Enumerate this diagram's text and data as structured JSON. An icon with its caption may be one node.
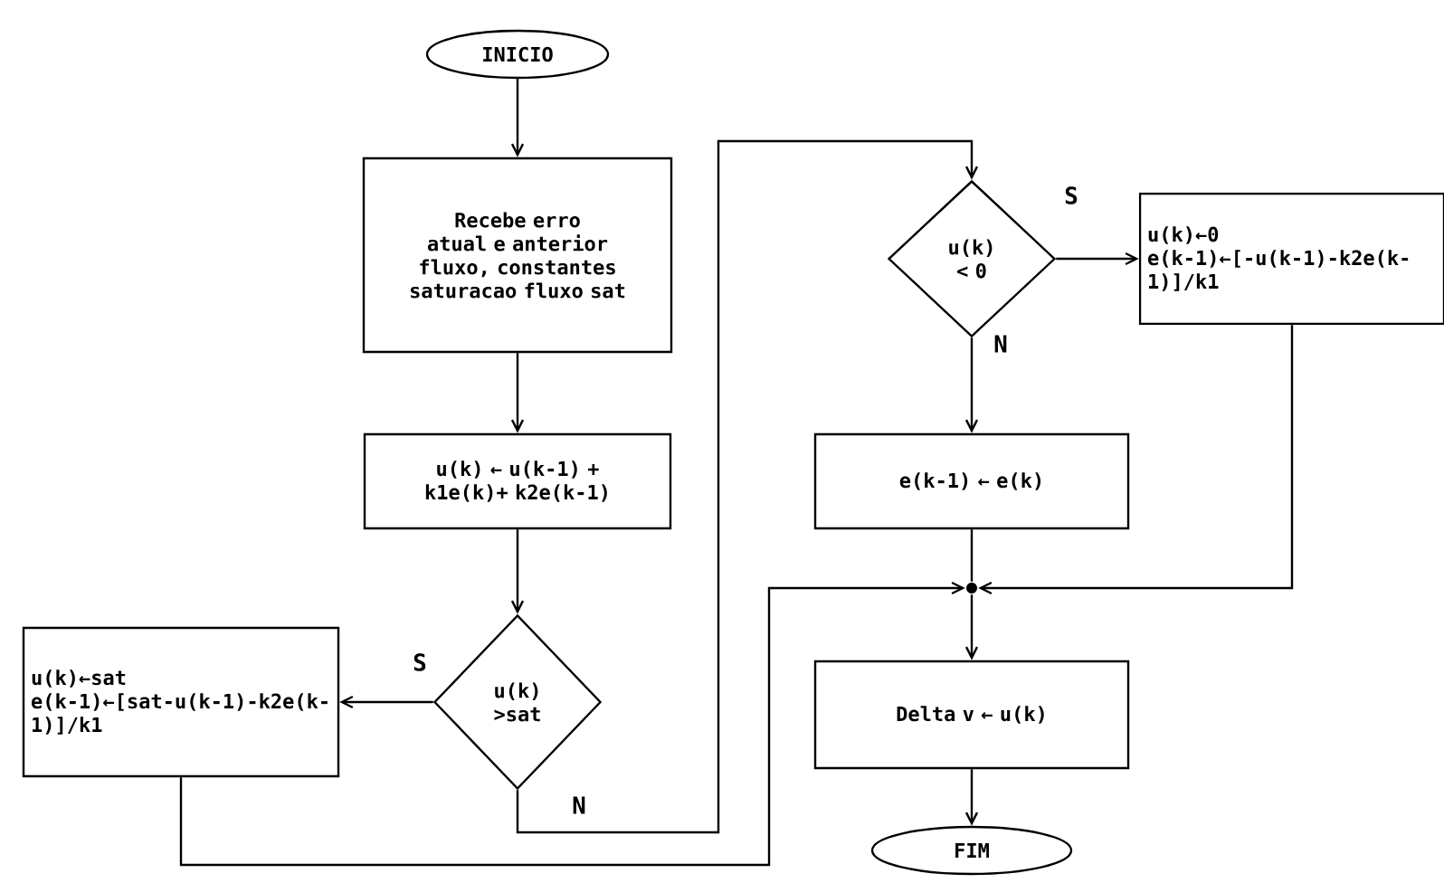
{
  "diagram": {
    "nodes": [
      {
        "text": [
          "INICIO"
        ]
      },
      {
        "text": [
          "Recebe erro atual e anterior fluxo, constantes saturacao fluxo sat"
        ]
      },
      {
        "text": [
          "u(k) ← u(k-1) + k1e(k)+ k2e(k-1)"
        ]
      },
      {
        "text": [
          "u(k) >sat"
        ]
      },
      {
        "text": [
          "u(k)←sat",
          "e(k-1)←[sat-u(k-1)-k2e(k-1)]/k1"
        ]
      },
      {
        "text": [
          "u(k) < 0"
        ]
      },
      {
        "text": [
          "u(k)←0",
          "e(k-1)←[-u(k-1)-k2e(k-1)]/k1"
        ]
      },
      {
        "text": [
          "e(k-1) ← e(k)"
        ]
      },
      {
        "text": [],
        "shape": "circle"
      },
      {
        "text": [
          "Delta v ← u(k)"
        ]
      },
      {
        "text": [
          "FIM"
        ]
      }
    ],
    "edges": [
      {
        "from": 0,
        "to": 1,
        "arrow": "to"
      },
      {
        "from": 1,
        "to": 2,
        "arrow": "to"
      },
      {
        "from": 2,
        "to": 3,
        "arrow": "to"
      },
      {
        "from": 3,
        "to": 4,
        "arrow": "to",
        "label": "S"
      },
      {
        "from": 3,
        "to": 5,
        "arrow": "to",
        "label": "N"
      },
      {
        "from": 5,
        "to": 6,
        "arrow": "to",
        "label": "S"
      },
      {
        "from": 5,
        "to": 7,
        "arrow": "to",
        "label": "N"
      },
      {
        "from": 7,
        "to": 8,
        "arrow": "none"
      },
      {
        "from": 4,
        "to": 8,
        "arrow": "to"
      },
      {
        "from": 6,
        "to": 8,
        "arrow": "to"
      },
      {
        "from": 8,
        "to": 9,
        "arrow": "to"
      },
      {
        "from": 9,
        "to": 10,
        "arrow": "to"
      }
    ]
  }
}
